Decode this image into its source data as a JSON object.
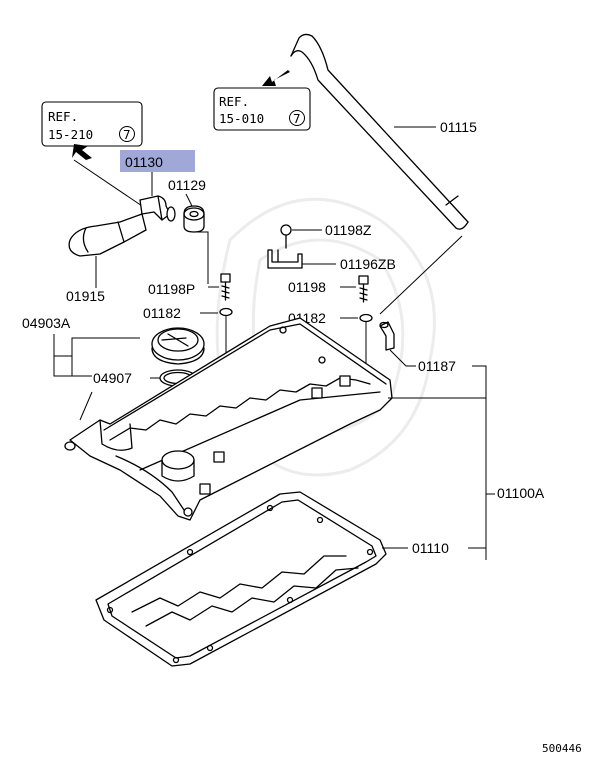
{
  "references": [
    {
      "id": "ref-15-210",
      "line1": "REF.",
      "line2": "15-210",
      "circled": "7"
    },
    {
      "id": "ref-15-010",
      "line1": "REF.",
      "line2": "15-010",
      "circled": "7"
    }
  ],
  "parts": {
    "p01115": "01115",
    "p01130": "01130",
    "p01129": "01129",
    "p01198Z": "01198Z",
    "p01196ZB": "01196ZB",
    "p01915": "01915",
    "p01198P": "01198P",
    "p01198": "01198",
    "p01182a": "01182",
    "p01182b": "01182",
    "p04903A": "04903A",
    "p01187": "01187",
    "p04907": "04907",
    "p01100A": "01100A",
    "p01110": "01110"
  },
  "highlight_color": "#9fa8d6",
  "diagram_number": "500446"
}
